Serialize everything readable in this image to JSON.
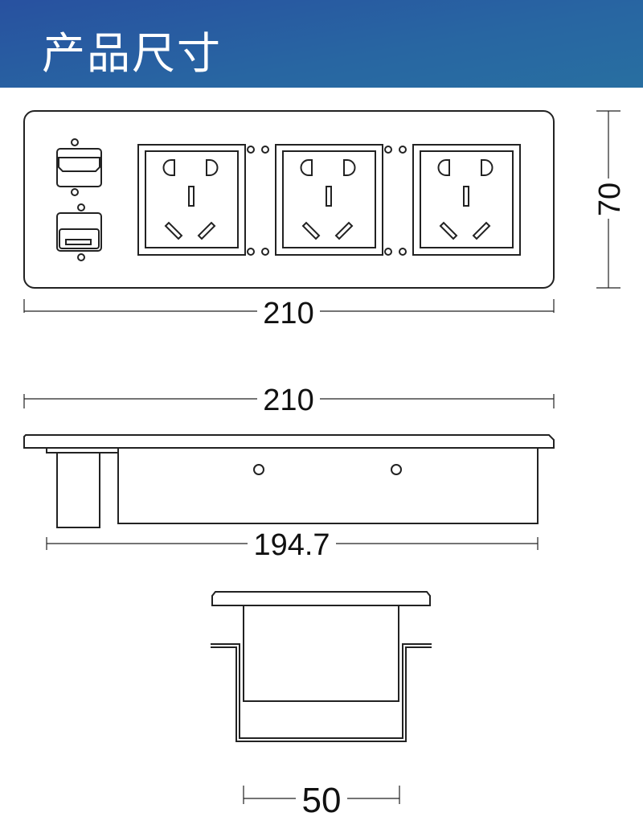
{
  "header": {
    "title": "产品尺寸"
  },
  "top_view": {
    "width_label": "210",
    "height_label": "70",
    "socket_count": 3
  },
  "side_view": {
    "width_label": "210",
    "body_label": "194.7"
  },
  "end_view": {
    "width_label": "50"
  },
  "colors": {
    "header_start": "#2851a0",
    "header_end": "#286fa1",
    "line": "#222222"
  }
}
